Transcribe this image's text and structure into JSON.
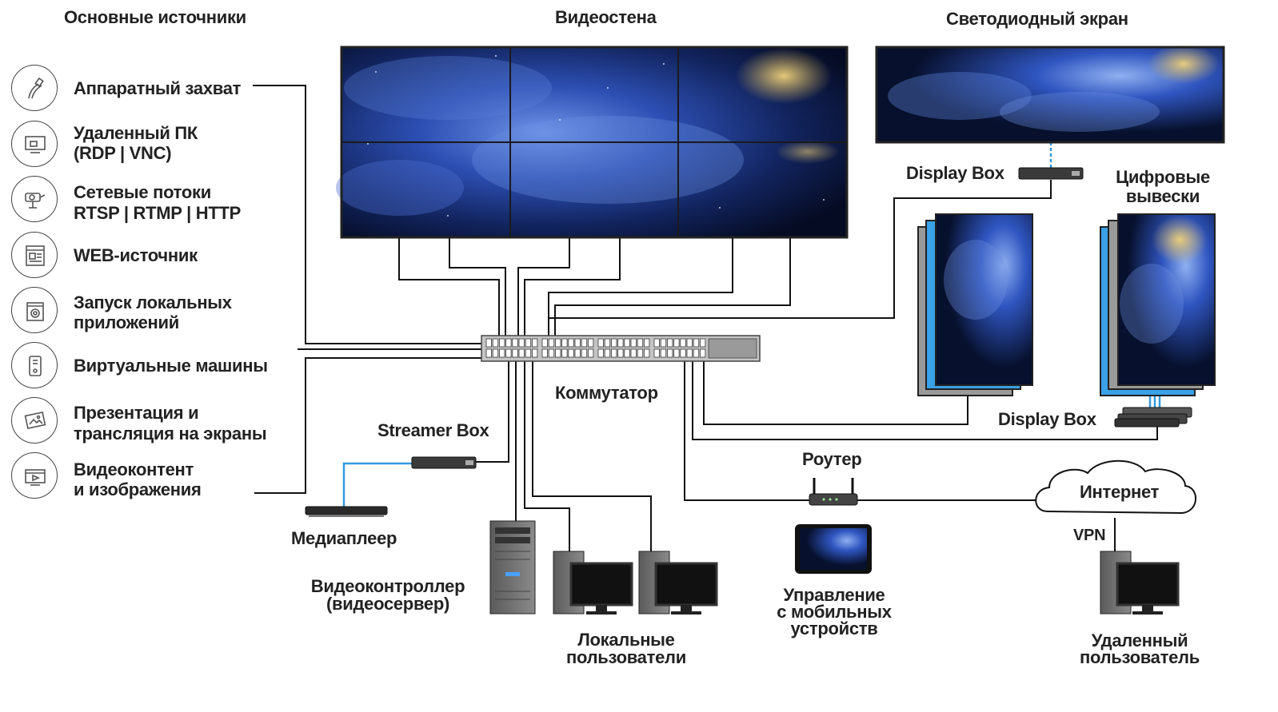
{
  "headings": {
    "sources": "Основные источники",
    "videowall": "Видеостена",
    "led": "Светодиодный экран"
  },
  "sources": [
    {
      "icon": "cable-icon",
      "lines": [
        "Аппаратный захват"
      ]
    },
    {
      "icon": "remote-pc-icon",
      "lines": [
        "Удаленный ПК",
        "(RDP | VNC)"
      ]
    },
    {
      "icon": "camera-icon",
      "lines": [
        "Сетевые потоки",
        "RTSP | RTMP | HTTP"
      ]
    },
    {
      "icon": "web-icon",
      "lines": [
        "WEB-источник"
      ]
    },
    {
      "icon": "app-gear-icon",
      "lines": [
        "Запуск локальных",
        "приложений"
      ]
    },
    {
      "icon": "vm-icon",
      "lines": [
        "Виртуальные машины"
      ]
    },
    {
      "icon": "presentation-icon",
      "lines": [
        "Презентация и",
        "трансляция на экраны"
      ]
    },
    {
      "icon": "video-image-icon",
      "lines": [
        "Видеоконтент",
        "и изображения"
      ]
    }
  ],
  "labels": {
    "display_box_top": "Display Box",
    "digital_signage": [
      "Цифровые",
      "вывески"
    ],
    "display_box_bottom": "Display Box",
    "switch": "Коммутатор",
    "streamer_box": "Streamer Box",
    "media_player": "Медиаплеер",
    "video_controller": [
      "Видеоконтроллер",
      "(видеосервер)"
    ],
    "local_users": [
      "Локальные",
      "пользователи"
    ],
    "router": "Роутер",
    "mobile_control": [
      "Управление",
      "с мобильных",
      "устройств"
    ],
    "internet": "Интернет",
    "vpn": "VPN",
    "remote_user": [
      "Удаленный",
      "пользователь"
    ]
  },
  "colors": {
    "line": "#111111",
    "blue_link": "#3399dd",
    "screen_dark": "#0a1535",
    "screen_blue": "#2b4cae",
    "screen_gold": "#d8b55a"
  }
}
